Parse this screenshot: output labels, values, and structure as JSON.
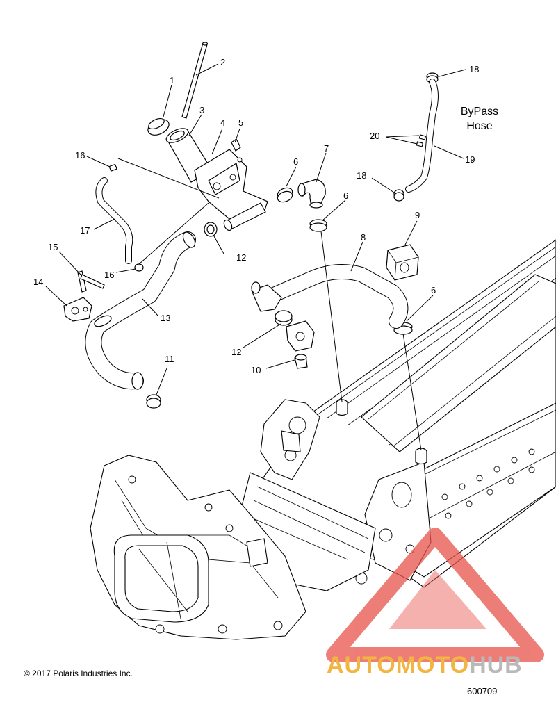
{
  "diagram": {
    "callouts": [
      "1",
      "2",
      "3",
      "4",
      "5",
      "6",
      "6",
      "6",
      "7",
      "8",
      "9",
      "10",
      "11",
      "12",
      "12",
      "13",
      "14",
      "15",
      "16",
      "16",
      "17",
      "18",
      "18",
      "19",
      "20"
    ],
    "note": {
      "line1": "ByPass",
      "line2": "Hose"
    },
    "copyright": "© 2017 Polaris Industries Inc.",
    "figure_number": "600709",
    "watermark": {
      "part1": "AUTOMOTO",
      "part2": "HUB",
      "colors": {
        "triangle": "#e8534a",
        "text1": "#f2b541",
        "text2": "#b9b9b9"
      }
    }
  }
}
